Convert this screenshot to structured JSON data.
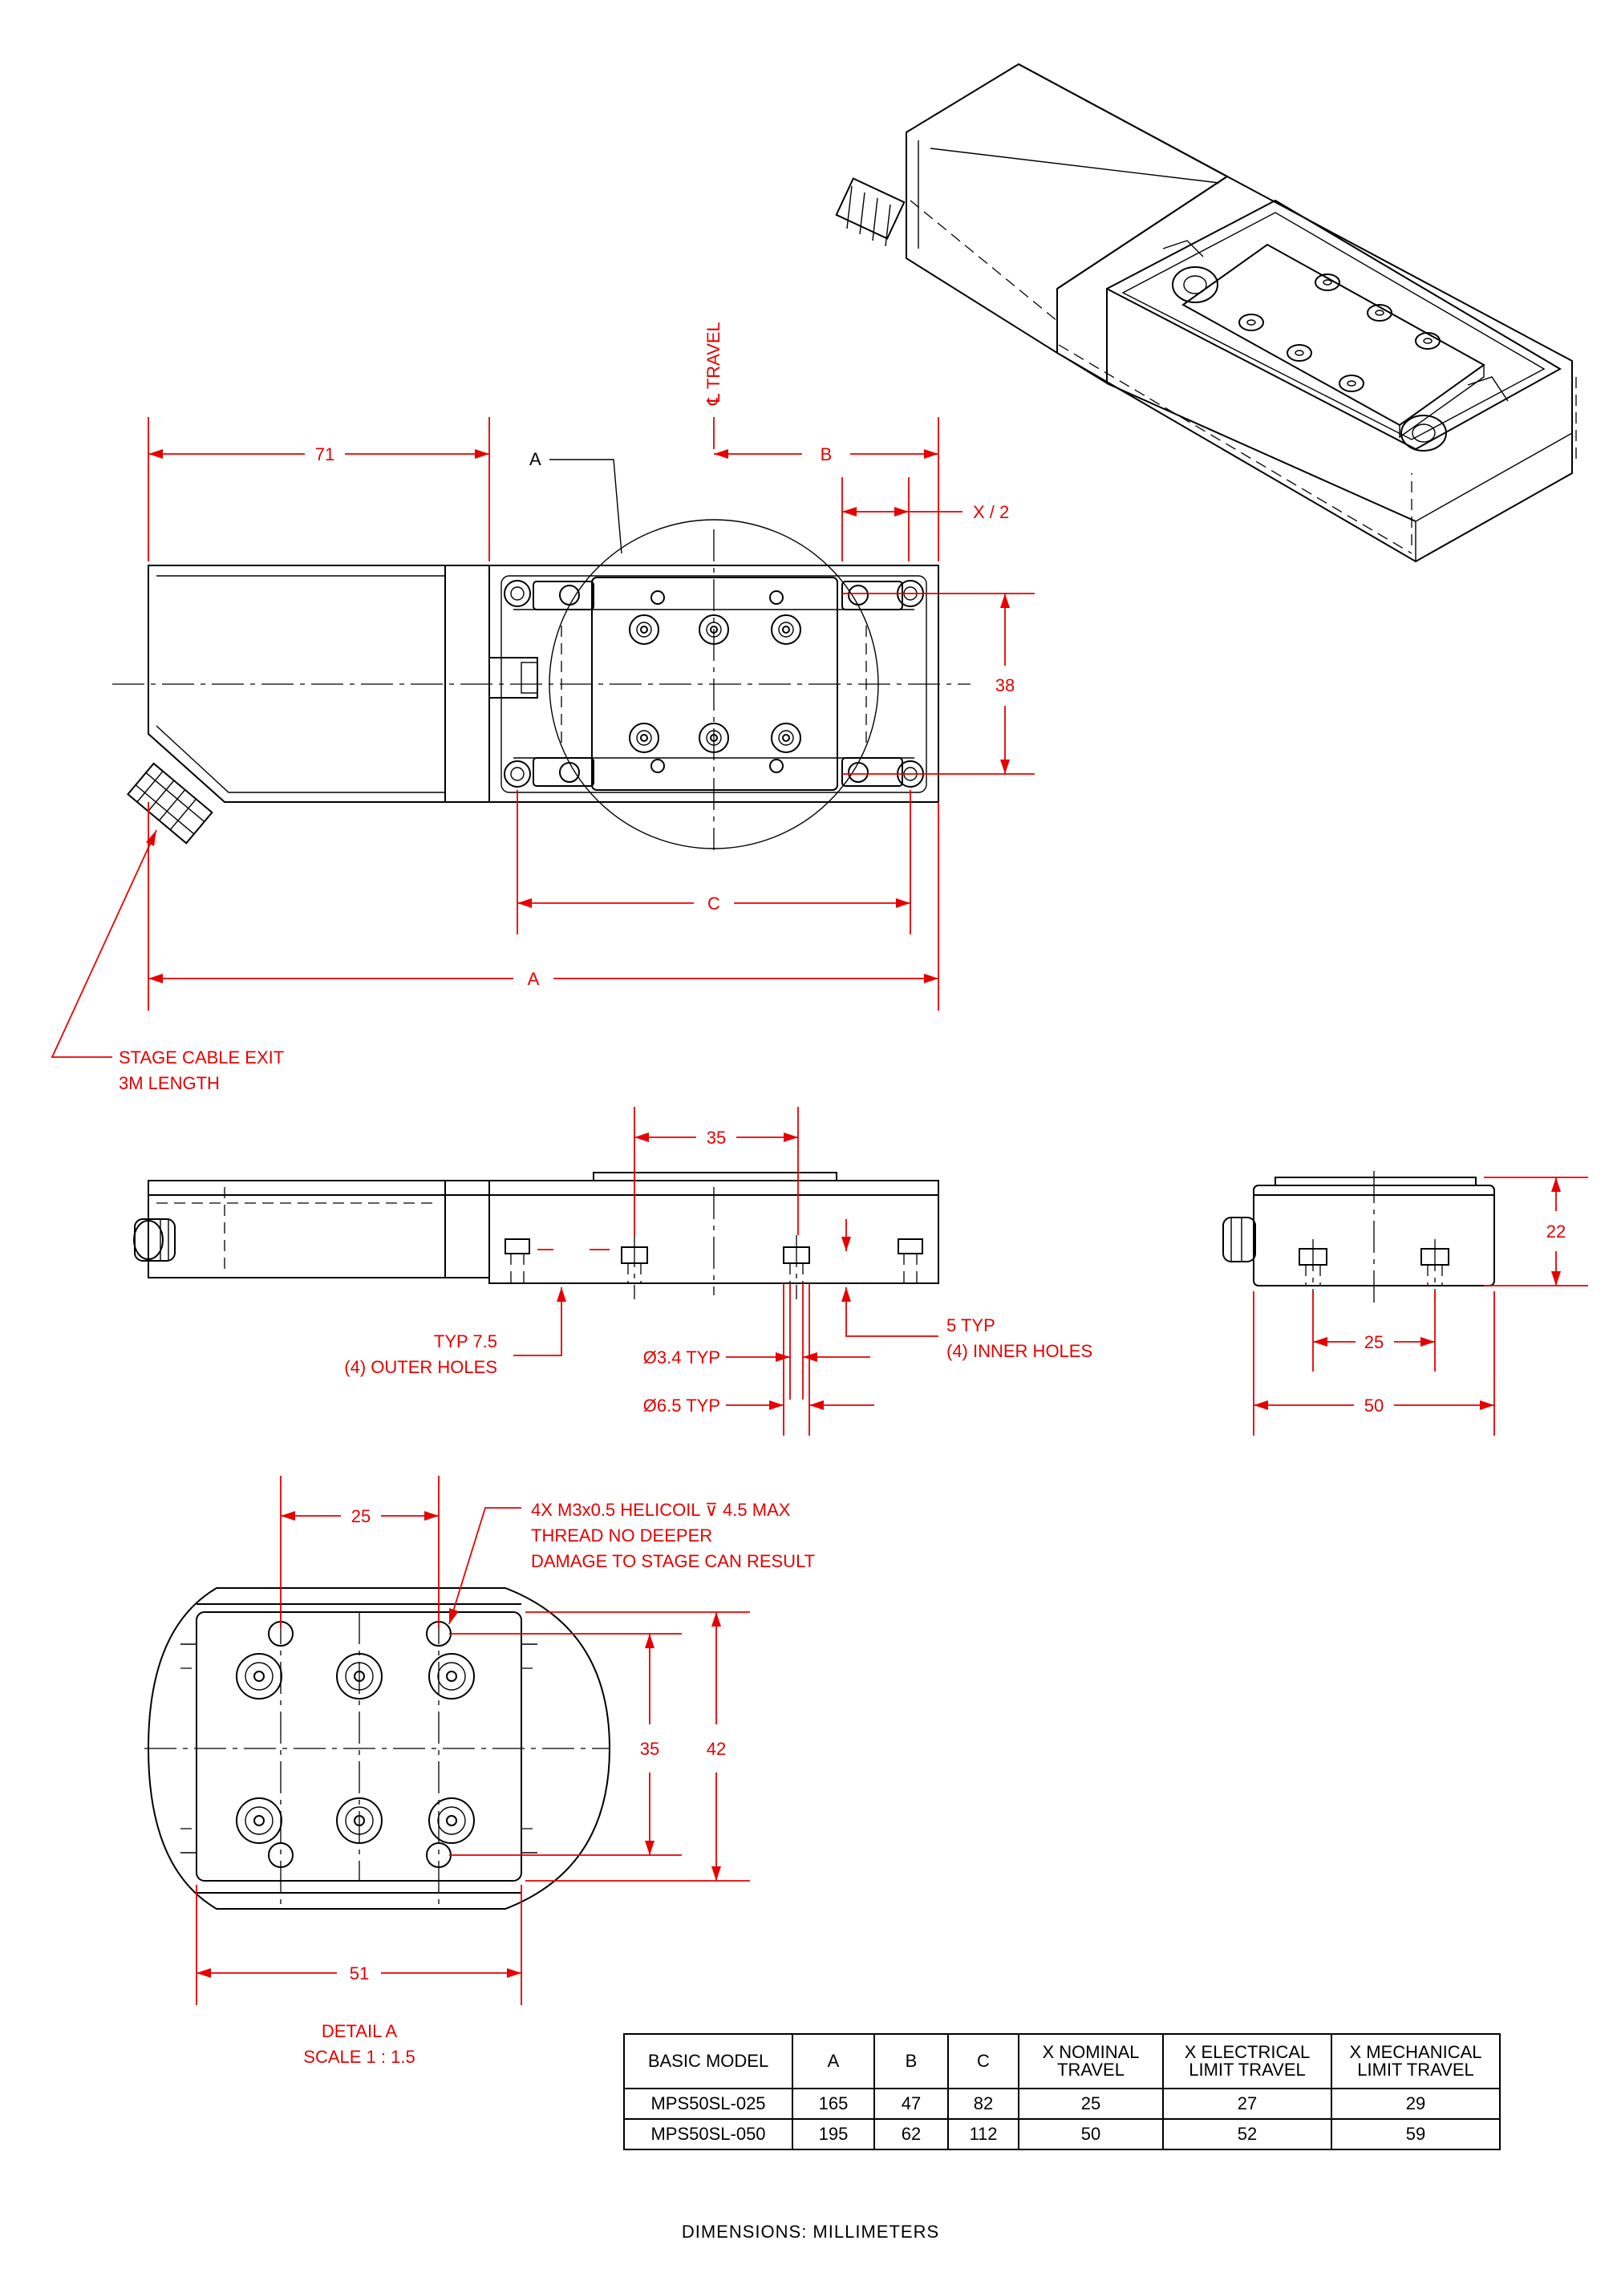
{
  "labels": {
    "travel_centerline": "℄ TRAVEL",
    "view_ref": "A",
    "cable_exit_1": "STAGE CABLE EXIT",
    "cable_exit_2": "3M LENGTH",
    "outer_holes_1": "TYP 7.5",
    "outer_holes_2": "(4) OUTER HOLES",
    "inner_holes_1": "5 TYP",
    "inner_holes_2": "(4) INNER HOLES",
    "dia_small": "Ø3.4 TYP",
    "dia_large": "Ø6.5 TYP",
    "helicoil_1": "4X M3x0.5 HELICOIL ⊽ 4.5 MAX",
    "helicoil_2": "THREAD NO DEEPER",
    "helicoil_3": "DAMAGE TO STAGE CAN RESULT",
    "detail_title": "DETAIL A",
    "detail_scale": "SCALE 1 : 1.5"
  },
  "dimensions": {
    "top_71": "71",
    "top_B": "B",
    "top_X2": "X / 2",
    "top_38": "38",
    "top_C": "C",
    "top_A": "A",
    "side_35": "35",
    "end_22": "22",
    "end_25": "25",
    "end_50": "50",
    "det_25": "25",
    "det_35": "35",
    "det_42": "42",
    "det_51": "51"
  },
  "table": {
    "headers": [
      "BASIC MODEL",
      "A",
      "B",
      "C",
      "X NOMINAL\nTRAVEL",
      "X ELECTRICAL\nLIMIT TRAVEL",
      "X MECHANICAL\nLIMIT TRAVEL"
    ],
    "rows": [
      [
        "MPS50SL-025",
        "165",
        "47",
        "82",
        "25",
        "27",
        "29"
      ],
      [
        "MPS50SL-050",
        "195",
        "62",
        "112",
        "50",
        "52",
        "59"
      ]
    ]
  },
  "footer": "DIMENSIONS:  MILLIMETERS"
}
